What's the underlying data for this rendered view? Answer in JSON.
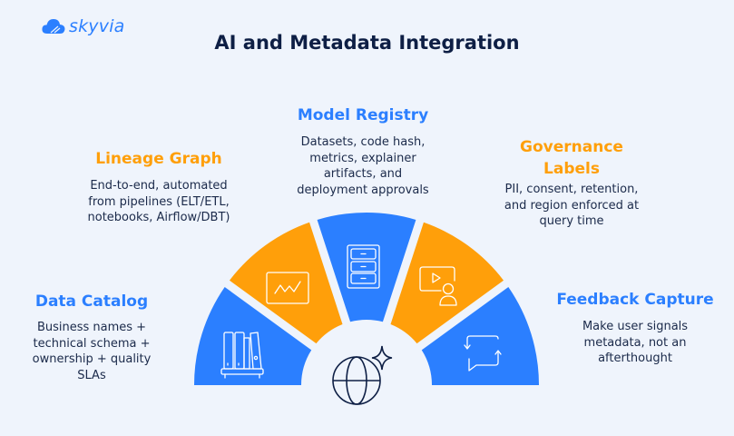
{
  "brand": {
    "logo_text": "skyvia",
    "logo_icon": "cloud-icon"
  },
  "title": "AI and Metadata Integration",
  "colors": {
    "blue": "#2b7fff",
    "orange": "#ff9f0a",
    "dark": "#0e1f45",
    "background": "#eff4fc"
  },
  "center_icon": "globe-sparkle-icon",
  "segments": [
    {
      "title": "Data Catalog",
      "description": "Business names + technical schema + ownership + quality SLAs",
      "color": "blue",
      "icon": "bookshelf-icon",
      "lines": [
        "Business names +",
        "technical schema +",
        "ownership + quality",
        "SLAs"
      ]
    },
    {
      "title": "Lineage Graph",
      "description": "End-to-end, automated from pipelines (ELT/ETL, notebooks, Airflow/DBT)",
      "color": "orange",
      "icon": "line-chart-icon",
      "lines": [
        "End-to-end, automated",
        "from pipelines (ELT/ETL,",
        "notebooks, Airflow/DBT)"
      ]
    },
    {
      "title": "Model Registry",
      "description": "Datasets, code hash, metrics, explainer artifacts, and deployment approvals",
      "color": "blue",
      "icon": "file-cabinet-icon",
      "lines": [
        "Datasets, code hash,",
        "metrics, explainer",
        "artifacts, and",
        "deployment approvals"
      ]
    },
    {
      "title_lines": [
        "Governance",
        "Labels"
      ],
      "title": "Governance Labels",
      "description": "PII, consent, retention, and region enforced at query time",
      "color": "orange",
      "icon": "video-presenter-icon",
      "lines": [
        "PII, consent, retention,",
        "and region enforced at",
        "query time"
      ]
    },
    {
      "title": "Feedback Capture",
      "description": "Make user signals metadata, not an afterthought",
      "color": "blue",
      "icon": "feedback-loop-icon",
      "lines": [
        "Make user signals",
        "metadata, not an",
        "afterthought"
      ]
    }
  ]
}
